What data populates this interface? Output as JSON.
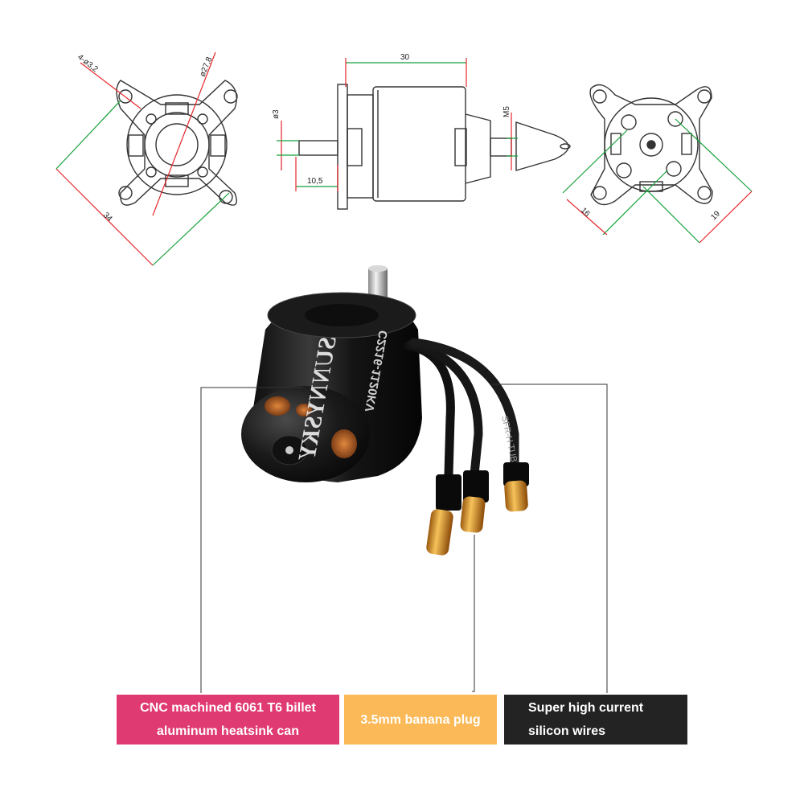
{
  "drawing": {
    "front_view": {
      "hole_label": "4-ø3,2",
      "circle_label": "ø27,8",
      "width_label": "34"
    },
    "side_view": {
      "length_label": "30",
      "shaft_diameter_label": "ø3",
      "shaft_length_label": "10,5",
      "thread_label": "M5"
    },
    "rear_view": {
      "spacing_a_label": "16",
      "spacing_b_label": "19"
    }
  },
  "product": {
    "can_text": "SUNNYSKY",
    "model_text": "C2216-1120KV",
    "sleeve_text": "SFR-H TUBE"
  },
  "callouts": {
    "can": {
      "line1": "CNC machined 6061 T6 billet",
      "line2": "aluminum heatsink can",
      "color": "#e03a72"
    },
    "plug": {
      "line1": "3.5mm banana plug",
      "color": "#fbb957"
    },
    "wire": {
      "line1": "Super high current",
      "line2": "silicon wires",
      "color": "#232323"
    }
  },
  "colors": {
    "dimension_red": "#e6262b",
    "dimension_green": "#15a03a",
    "outline": "#333333"
  }
}
